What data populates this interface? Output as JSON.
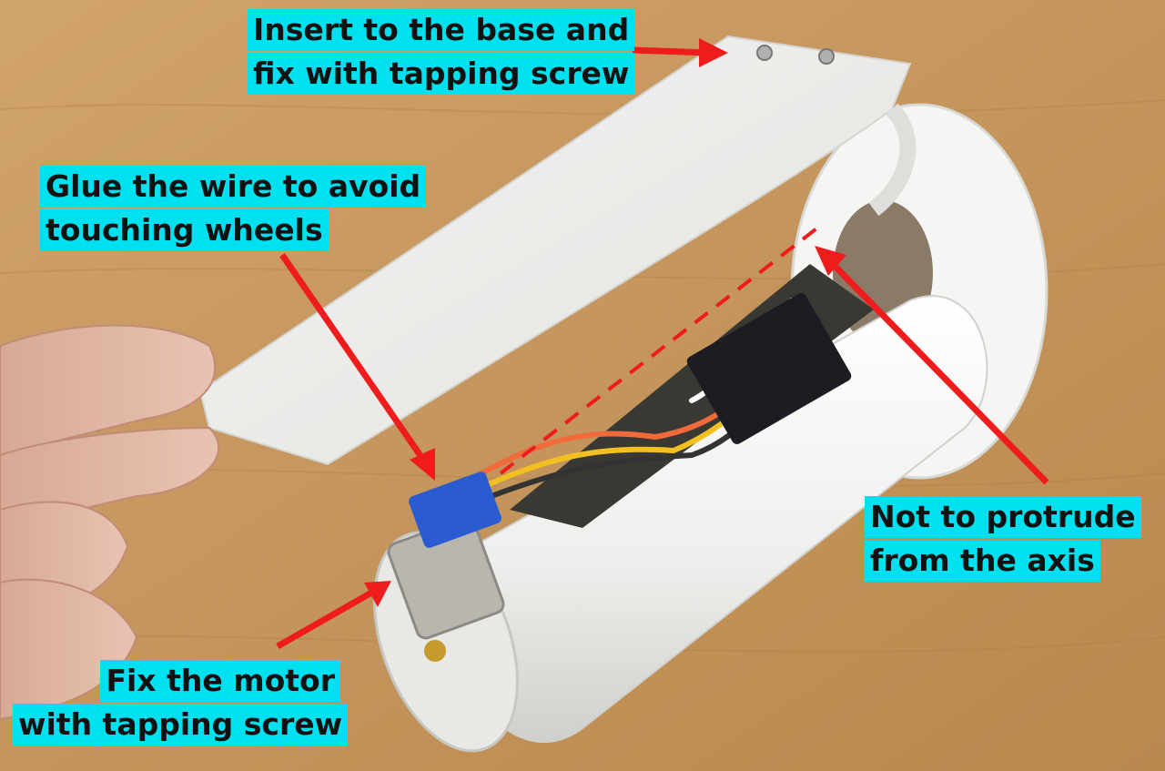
{
  "photo": {
    "subject": "3D-printed white cylindrical housing with stepper motor and wiring",
    "colors": {
      "background_wood": "#c99a63",
      "plastic": "#f4f4f2",
      "label_bg": "#00e0ee",
      "arrow": "#ee1c1c",
      "motor_blue": "#2a5bd0"
    }
  },
  "annotations": {
    "top_right": {
      "line1": "Insert to the base and",
      "line2": "fix with tapping screw"
    },
    "left_mid": {
      "line1": "Glue the wire to avoid",
      "line2": "touching wheels"
    },
    "right_mid": {
      "line1": "Not to protrude",
      "line2": "from the axis"
    },
    "bottom_left": {
      "line1": "Fix the motor",
      "line2": "with tapping screw"
    }
  }
}
